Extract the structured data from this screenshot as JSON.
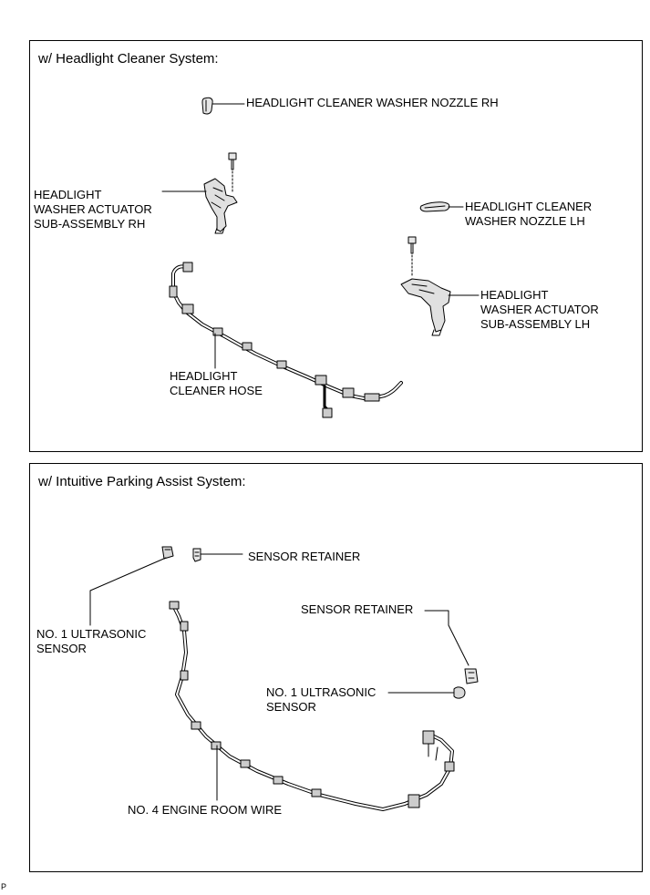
{
  "sections": [
    {
      "heading": "w/ Headlight Cleaner System:",
      "labels": {
        "nozzle_rh": "HEADLIGHT CLEANER WASHER NOZZLE RH",
        "actuator_rh": [
          "HEADLIGHT",
          "WASHER ACTUATOR",
          "SUB-ASSEMBLY RH"
        ],
        "nozzle_lh": [
          "HEADLIGHT CLEANER",
          "WASHER NOZZLE LH"
        ],
        "actuator_lh": [
          "HEADLIGHT",
          "WASHER ACTUATOR",
          "SUB-ASSEMBLY LH"
        ],
        "hose": [
          "HEADLIGHT",
          "CLEANER HOSE"
        ]
      }
    },
    {
      "heading": "w/ Intuitive Parking Assist System:",
      "labels": {
        "retainer_top": "SENSOR RETAINER",
        "sensor_left": [
          "NO. 1 ULTRASONIC",
          "SENSOR"
        ],
        "retainer_right": "SENSOR RETAINER",
        "sensor_right": [
          "NO. 1 ULTRASONIC",
          "SENSOR"
        ],
        "wire": "NO. 4 ENGINE ROOM WIRE"
      }
    }
  ],
  "footer_code": "P"
}
